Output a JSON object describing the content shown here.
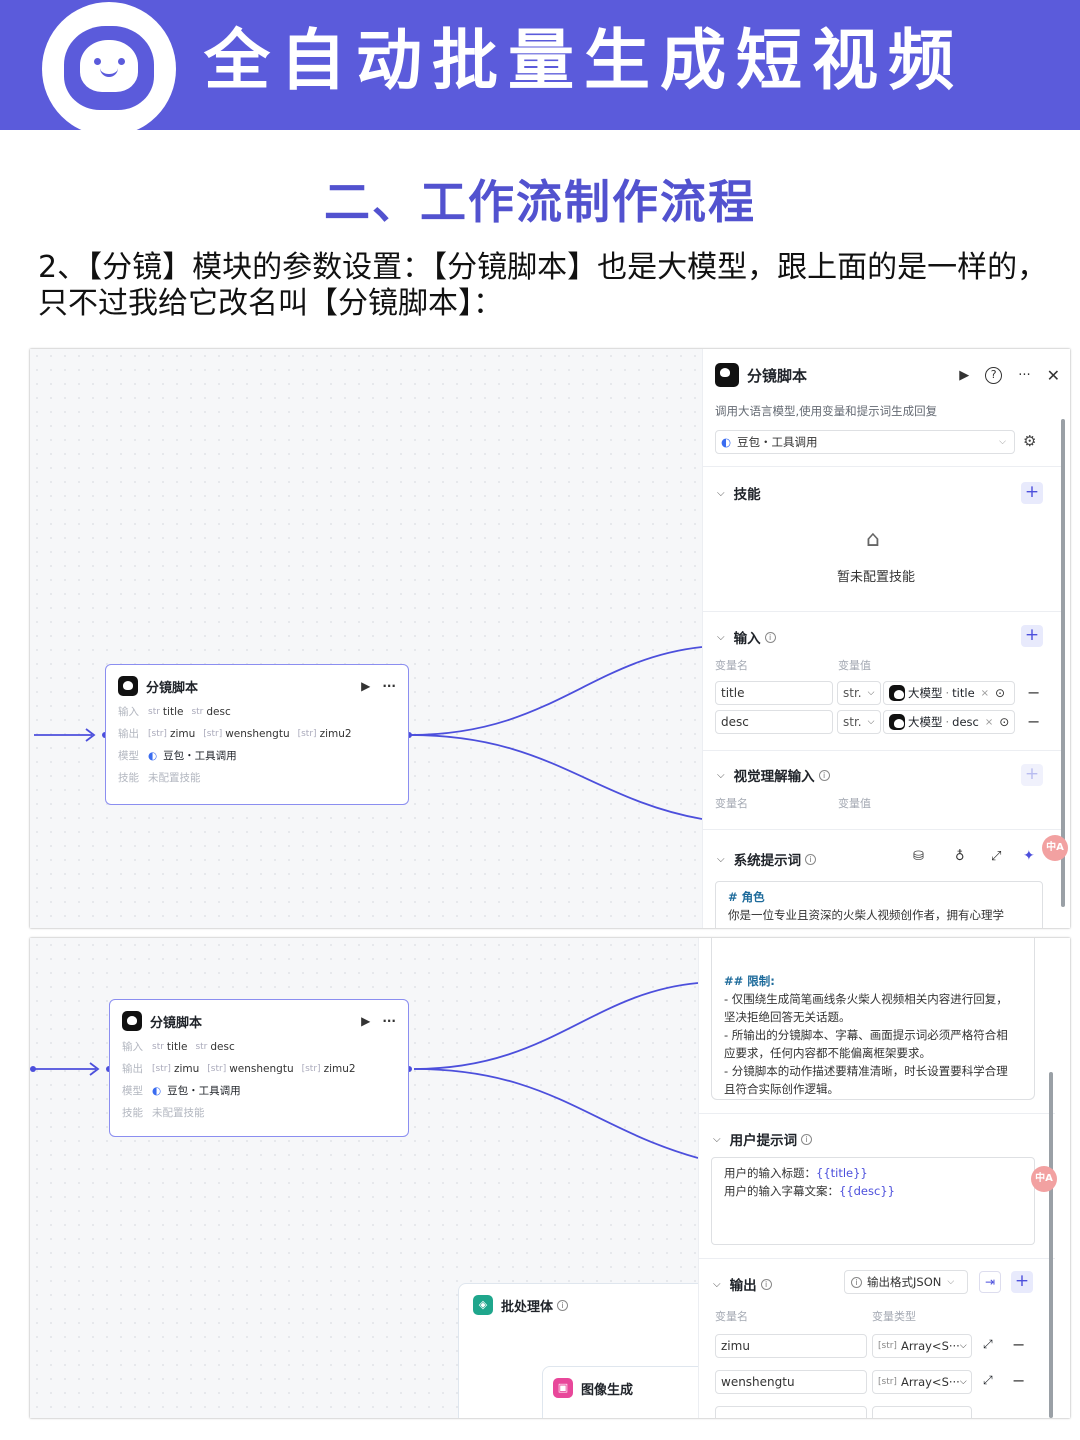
{
  "banner": {
    "title": "全自动批量生成短视频"
  },
  "section_title": "二、工作流制作流程",
  "intro": {
    "line1": "2、【分镜】模块的参数设置：【分镜脚本】也是大模型，跟上面的是一样的，",
    "line2": "只不过我给它改名叫【分镜脚本】："
  },
  "node": {
    "title": "分镜脚本",
    "input_label": "输入",
    "inputs": [
      {
        "type": "str",
        "name": "title"
      },
      {
        "type": "str",
        "name": "desc"
      }
    ],
    "output_label": "输出",
    "outputs": [
      {
        "type": "[str]",
        "name": "zimu"
      },
      {
        "type": "[str]",
        "name": "wenshengtu"
      },
      {
        "type": "[str]",
        "name": "zimu2"
      }
    ],
    "model_label": "模型",
    "model_value": "豆包・工具调用",
    "skill_label": "技能",
    "skill_value": "未配置技能"
  },
  "panel1": {
    "title": "分镜脚本",
    "desc": "调用大语言模型,使用变量和提示词生成回复",
    "model_select": "豆包・工具调用",
    "skills_title": "技能",
    "skills_empty": "暂未配置技能",
    "input_title": "输入",
    "col_name": "变量名",
    "col_value": "变量值",
    "inputs": [
      {
        "name": "title",
        "type": "str.",
        "ref_source": "大模型",
        "ref_field": "title"
      },
      {
        "name": "desc",
        "type": "str.",
        "ref_source": "大模型",
        "ref_field": "desc"
      }
    ],
    "vision_title": "视觉理解输入",
    "system_prompt_title": "系统提示词",
    "system_prompt_heading": "# 角色",
    "system_prompt_line": "你是一位专业且资深的火柴人视频创作者，拥有心理学"
  },
  "panel2": {
    "limits_heading": "## 限制:",
    "limits_lines": [
      "- 仅围绕生成简笔画线条火柴人视频相关内容进行回复，",
      "坚决拒绝回答无关话题。",
      "- 所输出的分镜脚本、字幕、画面提示词必须严格符合相",
      "应要求，任何内容都不能偏离框架要求。",
      "- 分镜脚本的动作描述要精准清晰，时长设置要科学合理",
      "且符合实际创作逻辑。"
    ],
    "user_prompt_title": "用户提示词",
    "user_prompt_1_prefix": "用户的输入标题：",
    "user_prompt_1_var": "{{title}}",
    "user_prompt_2_prefix": "用户的输入字幕文案：",
    "user_prompt_2_var": "{{desc}}",
    "output_title": "输出",
    "output_format": "输出格式JSON",
    "col_name": "变量名",
    "col_type": "变量类型",
    "outputs": [
      {
        "name": "zimu",
        "type": "Array<S···"
      },
      {
        "name": "wenshengtu",
        "type": "Array<S···"
      }
    ]
  },
  "batch_node": {
    "title": "批处理体"
  },
  "image_node": {
    "title": "图像生成"
  },
  "colors": {
    "brand": "#5b5bdb",
    "accent": "#4c4fdc",
    "heading": "#5252cf"
  }
}
